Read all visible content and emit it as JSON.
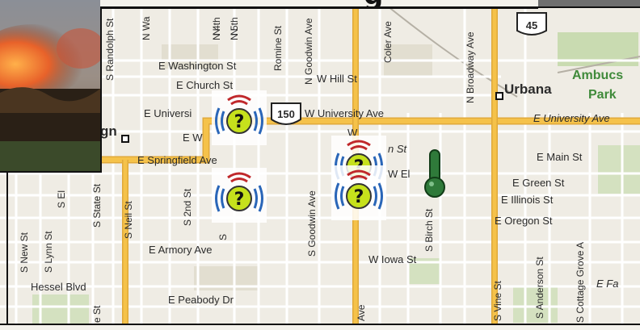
{
  "header": {
    "title_fragment": "g"
  },
  "highways": {
    "route_150": "150",
    "route_45": "45"
  },
  "places": {
    "urbana": "Urbana",
    "ambucs_park_1": "Ambucs",
    "ambucs_park_2": "Park",
    "champaign_fragment": "gn"
  },
  "streets": {
    "washington": "E Washington St",
    "hill": "W Hill St",
    "church": "E Church St",
    "university_w": "E Universi",
    "university_mid": "W University Ave",
    "university_e": "E University Ave",
    "ew": "E W",
    "springfield": "E Springfield Ave",
    "main": "E Main St",
    "green": "E Green St",
    "illinois": "E Illinois St",
    "oregon": "E Oregon St",
    "armory": "E Armory Ave",
    "iowa": "W Iowa St",
    "peabody": "E Peabody Dr",
    "hessel": "Hessel Blvd",
    "fa": "E Fa",
    "el": "W El",
    "st_frag": "n St",
    "w_frag": "W",
    "randolph": "S Randolph St",
    "n_wa": "N Wa",
    "n_4th": "N 4th",
    "n_5th": "N 5th",
    "n_2": "N",
    "n_3": "N",
    "romine": "Romine St",
    "goodwin_n": "N Goodwin Ave",
    "coler": "Coler Ave",
    "broadway": "N Broadway Ave",
    "new": "S New St",
    "lynn": "S Lynn St",
    "el_s": "S El",
    "state": "S State St",
    "neil": "S Neil St",
    "second": "S 2nd St",
    "s_frag": "S",
    "goodwin_s": "S Goodwin Ave",
    "ave_frag": "Ave",
    "birch": "S Birch St",
    "vine": "S Vine St",
    "anderson": "S Anderson St",
    "cottage": "S Cottage Grove A",
    "bottom_st": "e St"
  },
  "markers": [
    {
      "id": "unknown-sensor-1",
      "glyph": "?"
    },
    {
      "id": "unknown-sensor-2",
      "glyph": "?"
    },
    {
      "id": "unknown-sensor-3",
      "glyph": "?"
    },
    {
      "id": "unknown-sensor-4",
      "glyph": "?"
    }
  ],
  "colors": {
    "major_road": "#f5c24a",
    "park": "#c9dbb1",
    "map_bg": "#efece4",
    "minor_road": "#ffffff"
  }
}
